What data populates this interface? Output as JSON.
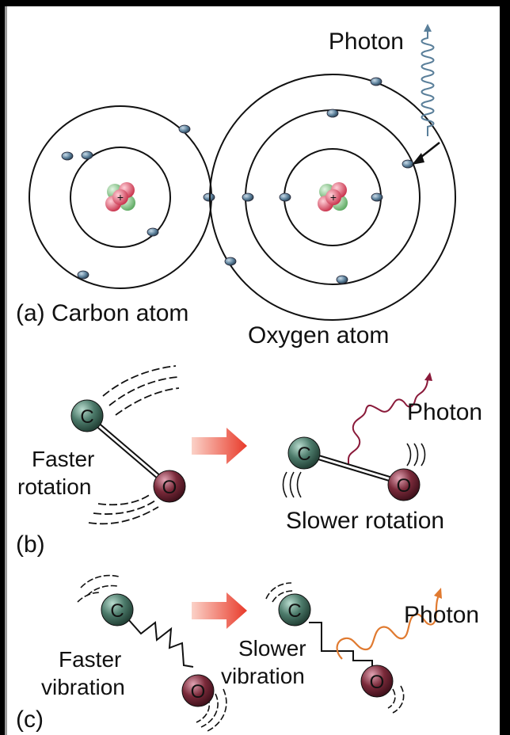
{
  "panel_a": {
    "photon_label": "Photon",
    "caption": "(a) Carbon atom",
    "oxygen_label": "Oxygen atom",
    "nucleus_symbol": "+"
  },
  "panel_b": {
    "tag": "(b)",
    "left_label_line1": "Faster",
    "left_label_line2": "rotation",
    "right_label": "Slower rotation",
    "photon_label": "Photon"
  },
  "panel_c": {
    "tag": "(c)",
    "left_label_line1": "Faster",
    "left_label_line2": "vibration",
    "middle_label_line1": "Slower",
    "middle_label_line2": "vibration",
    "photon_label": "Photon"
  },
  "atom_letters": {
    "carbon": "C",
    "oxygen": "O"
  },
  "colors": {
    "background": "#000000",
    "panel": "#ffffff",
    "electron": "#5a7f9a",
    "nucleus_red": "#d8465c",
    "nucleus_green": "#6fbf73",
    "carbon_sphere": "#4c7a6a",
    "oxygen_sphere": "#7a2a3a",
    "arrow_red": "#e83a2a",
    "photon_b": "#8a1a3a",
    "photon_c": "#e07a30"
  }
}
